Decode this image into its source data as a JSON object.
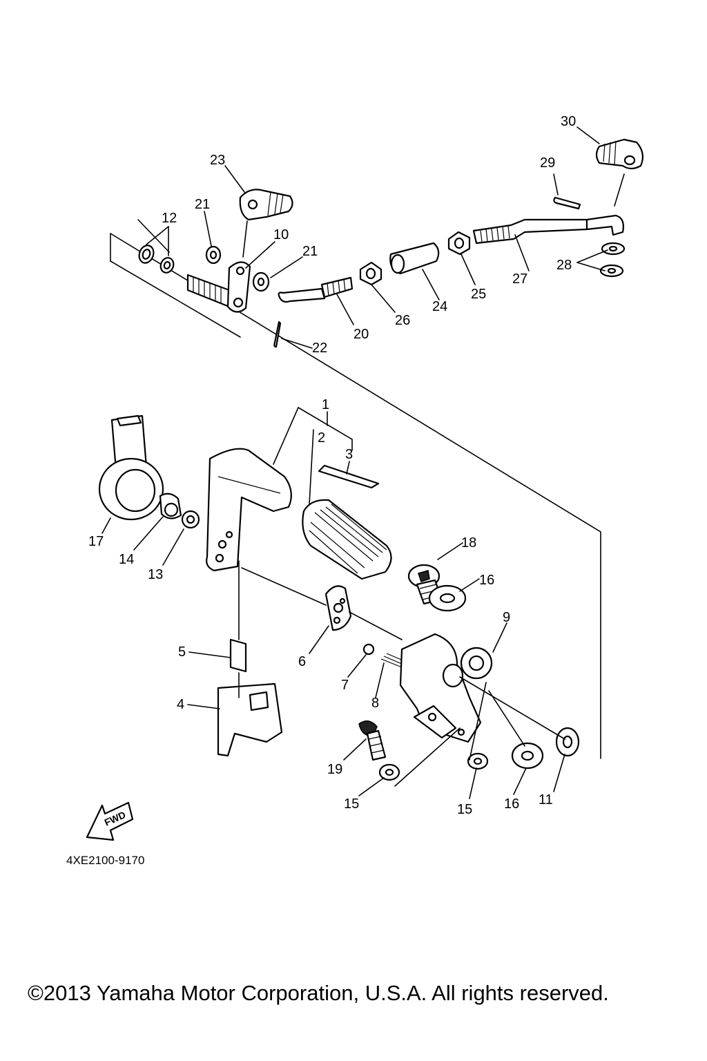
{
  "diagram": {
    "part_code": "4XE2100-9170",
    "copyright": "©2013 Yamaha Motor Corporation, U.S.A. All rights reserved.",
    "fwd_label": "FWD",
    "callouts": {
      "c1": "1",
      "c2": "2",
      "c3": "3",
      "c4": "4",
      "c5": "5",
      "c6": "6",
      "c7": "7",
      "c8": "8",
      "c9": "9",
      "c10": "10",
      "c11": "11",
      "c12": "12",
      "c13": "13",
      "c14": "14",
      "c15a": "15",
      "c15b": "15",
      "c16a": "16",
      "c16b": "16",
      "c17": "17",
      "c18": "18",
      "c19": "19",
      "c20": "20",
      "c21a": "21",
      "c21b": "21",
      "c22": "22",
      "c23": "23",
      "c24": "24",
      "c25": "25",
      "c26": "26",
      "c27": "27",
      "c28": "28",
      "c29": "29",
      "c30": "30"
    }
  }
}
